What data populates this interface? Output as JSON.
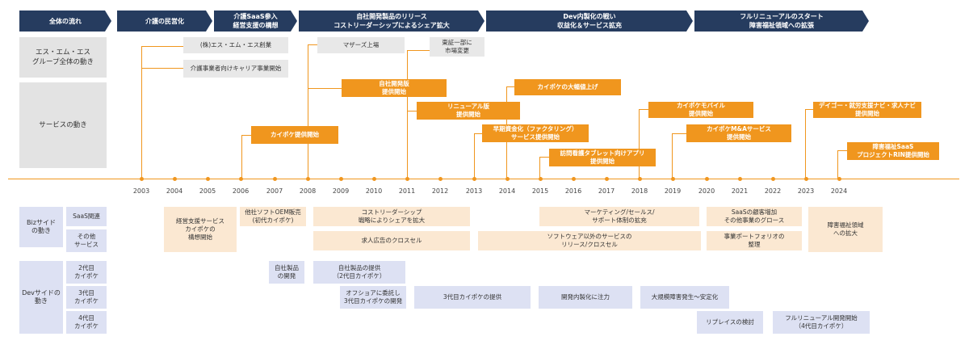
{
  "phases": [
    {
      "label": "全体の流れ"
    },
    {
      "label": "介護の民営化"
    },
    {
      "label": "介護SaaS参入\n経営支援の構想"
    },
    {
      "label": "自社開発製品のリリース\nコストリーダーシップによるシェア拡大"
    },
    {
      "label": "Dev内製化の戦い\n収益化＆サービス拡充"
    },
    {
      "label": "フルリニューアルのスタート\n障害福祉領域への拡張"
    }
  ],
  "row_headers": {
    "group": "エス・エム・エス\nグループ全体の動き",
    "service": "サービスの動き",
    "biz": "Bizサイド\nの動き",
    "dev": "Devサイドの\n動き",
    "biz_saas": "SaaS関連",
    "biz_other": "その他\nサービス",
    "dev_2nd": "2代目\nカイポケ",
    "dev_3rd": "3代目\nカイポケ",
    "dev_4th": "4代目\nカイポケ"
  },
  "group_events": [
    {
      "label": "(株)エス・エム・エス創業"
    },
    {
      "label": "介護事業者向けキャリア事業開始"
    },
    {
      "label": "マザーズ上場"
    },
    {
      "label": "東証一部に\n市場変更"
    }
  ],
  "service_events": [
    {
      "label": "カイポケ提供開始"
    },
    {
      "label": "自社開発版\n提供開始"
    },
    {
      "label": "リニューアル版\n提供開始"
    },
    {
      "label": "早期資金化（ファクタリング）\nサービス提供開始"
    },
    {
      "label": "カイポケの大幅値上げ"
    },
    {
      "label": "訪問看護タブレット向けアプリ\n提供開始"
    },
    {
      "label": "カイポケモバイル\n提供開始"
    },
    {
      "label": "カイポケM&Aサービス\n提供開始"
    },
    {
      "label": "デイゴー・就労支援ナビ・求人ナビ\n提供開始"
    },
    {
      "label": "障害福祉SaaS\nプロジェクトRIN提供開始"
    }
  ],
  "years": [
    "2003",
    "2004",
    "2005",
    "2006",
    "2007",
    "2008",
    "2009",
    "2010",
    "2011",
    "2012",
    "2013",
    "2014",
    "2015",
    "2016",
    "2017",
    "2018",
    "2019",
    "2020",
    "2021",
    "2022",
    "2023",
    "2024"
  ],
  "biz_items": [
    {
      "label": "経営支援サービス\nカイポケの\n構想開始"
    },
    {
      "label": "他社ソフトOEM販売\n(初代カイポケ)"
    },
    {
      "label": "コストリーダーシップ\n戦略によりシェアを拡大"
    },
    {
      "label": "求人広告のクロスセル"
    },
    {
      "label": "マーケティング/セールス/\nサポート体制の拡充"
    },
    {
      "label": "ソフトウェア以外のサービスの\nリリース/クロスセル"
    },
    {
      "label": "SaaSの顧客増加\nその他事業のグロース"
    },
    {
      "label": "事業ポートフォリオの\n整理"
    },
    {
      "label": "障害福祉領域\nへの拡大"
    }
  ],
  "dev_items": [
    {
      "label": "自社製品\nの開発"
    },
    {
      "label": "自社製品の提供\n（2代目カイポケ）"
    },
    {
      "label": "オフショアに委託し\n3代目カイポケの開発"
    },
    {
      "label": "3代目カイポケの提供"
    },
    {
      "label": "開発内製化に注力"
    },
    {
      "label": "大規模障害発生〜安定化"
    },
    {
      "label": "リプレイスの検討"
    },
    {
      "label": "フルリニューアル開発開始\n（4代目カイポケ）"
    }
  ]
}
